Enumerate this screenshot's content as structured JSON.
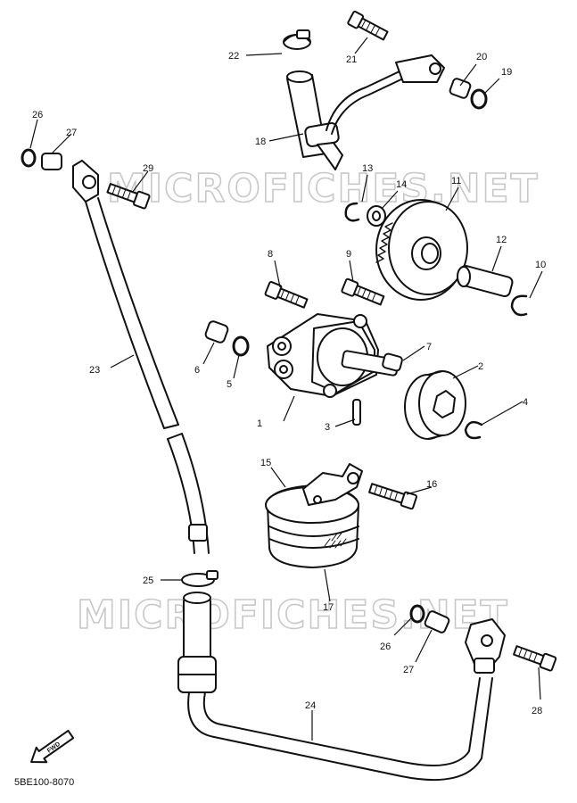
{
  "watermark": "MICROFICHES.NET",
  "diagram_code": "5BE100-8070",
  "fwd_label": "FWD",
  "callouts": {
    "n1": "1",
    "n2": "2",
    "n3": "3",
    "n4": "4",
    "n5": "5",
    "n6": "6",
    "n7": "7",
    "n8": "8",
    "n9": "9",
    "n10": "10",
    "n11": "11",
    "n12": "12",
    "n13": "13",
    "n14": "14",
    "n15": "15",
    "n16": "16",
    "n17": "17",
    "n18": "18",
    "n19": "19",
    "n20": "20",
    "n21": "21",
    "n22": "22",
    "n23": "23",
    "n24": "24",
    "n25": "25",
    "n26": "26",
    "n26b": "26",
    "n27": "27",
    "n27b": "27",
    "n28": "28",
    "n29": "29"
  }
}
